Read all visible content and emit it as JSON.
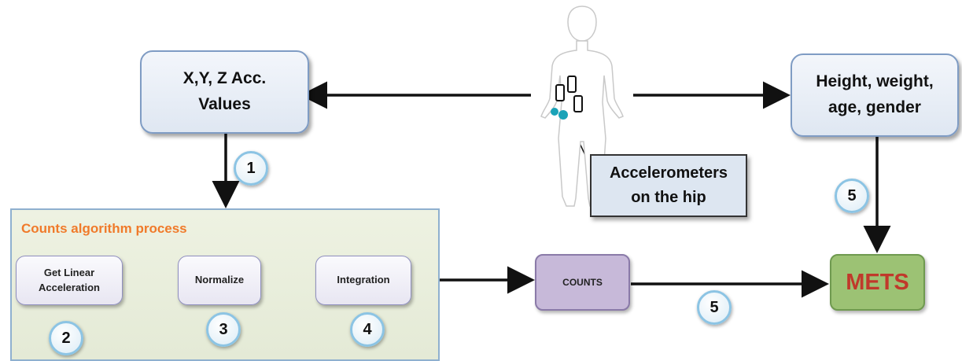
{
  "top_left_box": {
    "line1": "X,Y, Z Acc.",
    "line2": "Values"
  },
  "top_right_box": {
    "line1": "Height, weight,",
    "line2": "age, gender"
  },
  "accelerometer_callout": {
    "line1": "Accelerometers",
    "line2": "on the hip"
  },
  "process": {
    "title": "Counts algorithm process",
    "steps": [
      {
        "line1": "Get Linear",
        "line2": "Acceleration"
      },
      {
        "line1": "Normalize"
      },
      {
        "line1": "Integration"
      }
    ]
  },
  "counts_label": "COUNTS",
  "mets_label": "METS",
  "step_numbers": {
    "one": "1",
    "two": "2",
    "three": "3",
    "four": "4",
    "five_right": "5",
    "five_bottom": "5"
  },
  "colors": {
    "process_title": "#f07a2a",
    "mets_text": "#c0392b",
    "mets_fill": "#9cc274",
    "counts_fill": "#c7b9d9",
    "sensor_dot": "#1aa3b8"
  }
}
